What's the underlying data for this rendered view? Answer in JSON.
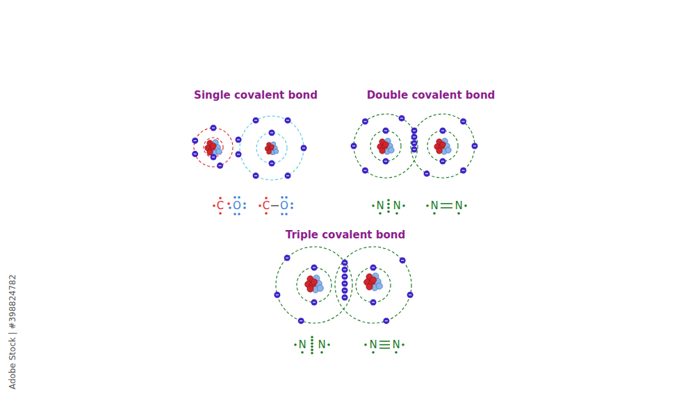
{
  "diagram": {
    "labels": [
      "Single covalent bond",
      "C",
      "O",
      "C",
      "O",
      "Double covalent bond",
      "N",
      "N",
      "N",
      "N",
      "Triple covalent bond",
      "N",
      "N",
      "N",
      "N",
      "Adobe Stock | #398824782"
    ]
  }
}
